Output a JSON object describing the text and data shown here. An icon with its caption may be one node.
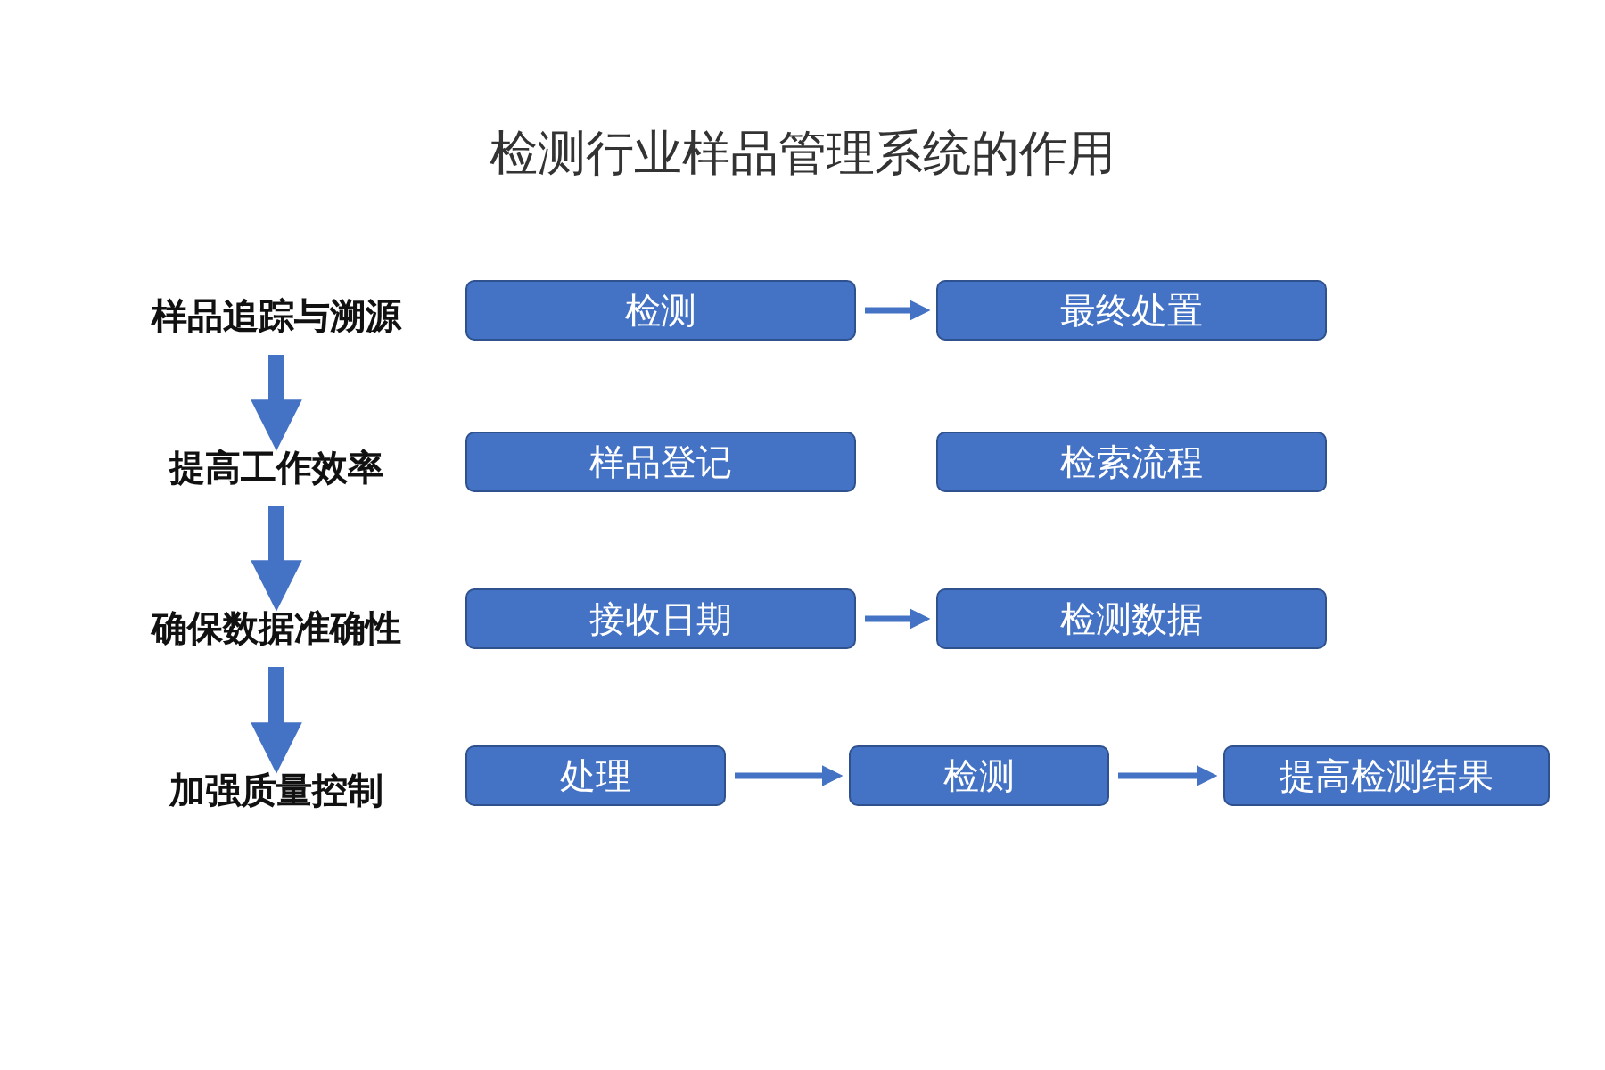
{
  "diagram": {
    "title": "检测行业样品管理系统的作用",
    "nodes": [
      {
        "text": [
          "样品追踪与溯源"
        ]
      },
      {
        "text": [
          "检测"
        ]
      },
      {
        "text": [
          "最终处置"
        ]
      },
      {
        "text": [
          "提高工作效率"
        ]
      },
      {
        "text": [
          "样品登记"
        ]
      },
      {
        "text": [
          "检索流程"
        ]
      },
      {
        "text": [
          "确保数据准确性"
        ]
      },
      {
        "text": [
          "接收日期"
        ]
      },
      {
        "text": [
          "检测数据"
        ]
      },
      {
        "text": [
          "加强质量控制"
        ]
      },
      {
        "text": [
          "处理"
        ]
      },
      {
        "text": [
          "检测"
        ]
      },
      {
        "text": [
          "提高检测结果"
        ]
      }
    ],
    "edges": [
      {
        "from": 0,
        "to": 3,
        "arrow": "to",
        "style": "thick"
      },
      {
        "from": 3,
        "to": 6,
        "arrow": "to",
        "style": "thick"
      },
      {
        "from": 6,
        "to": 9,
        "arrow": "to",
        "style": "thick"
      },
      {
        "from": 1,
        "to": 2,
        "arrow": "to"
      },
      {
        "from": 7,
        "to": 8,
        "arrow": "to"
      },
      {
        "from": 10,
        "to": 11,
        "arrow": "to"
      },
      {
        "from": 11,
        "to": 12,
        "arrow": "to"
      }
    ]
  }
}
